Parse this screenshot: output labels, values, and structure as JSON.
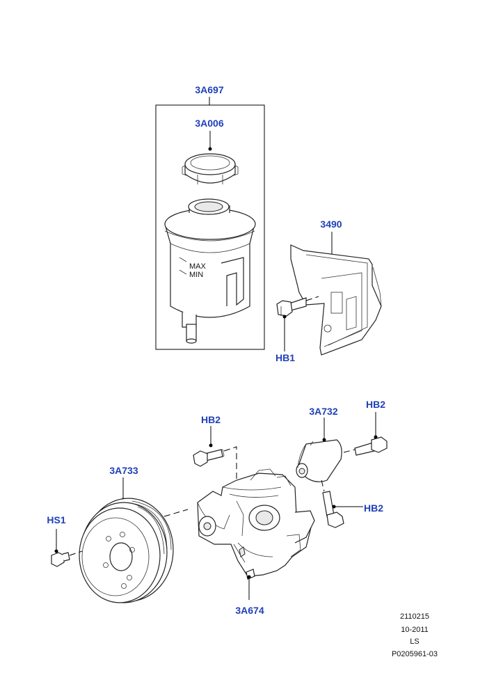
{
  "labels": {
    "reservoir_assembly": "3A697",
    "reservoir_cap": "3A006",
    "bracket": "3490",
    "bracket_bolt": "HB1",
    "pump_bolt_left": "HB2",
    "pump_bolt_right": "HB2",
    "pump_bolt_lower": "HB2",
    "pipe_connector": "3A732",
    "pulley": "3A733",
    "pulley_bolt": "HS1",
    "pump": "3A674"
  },
  "reservoir_markings": {
    "max": "MAX",
    "min": "MIN"
  },
  "footer": {
    "code": "2110215",
    "date": "10-2011",
    "model": "LS",
    "ref": "P0205961-03"
  }
}
